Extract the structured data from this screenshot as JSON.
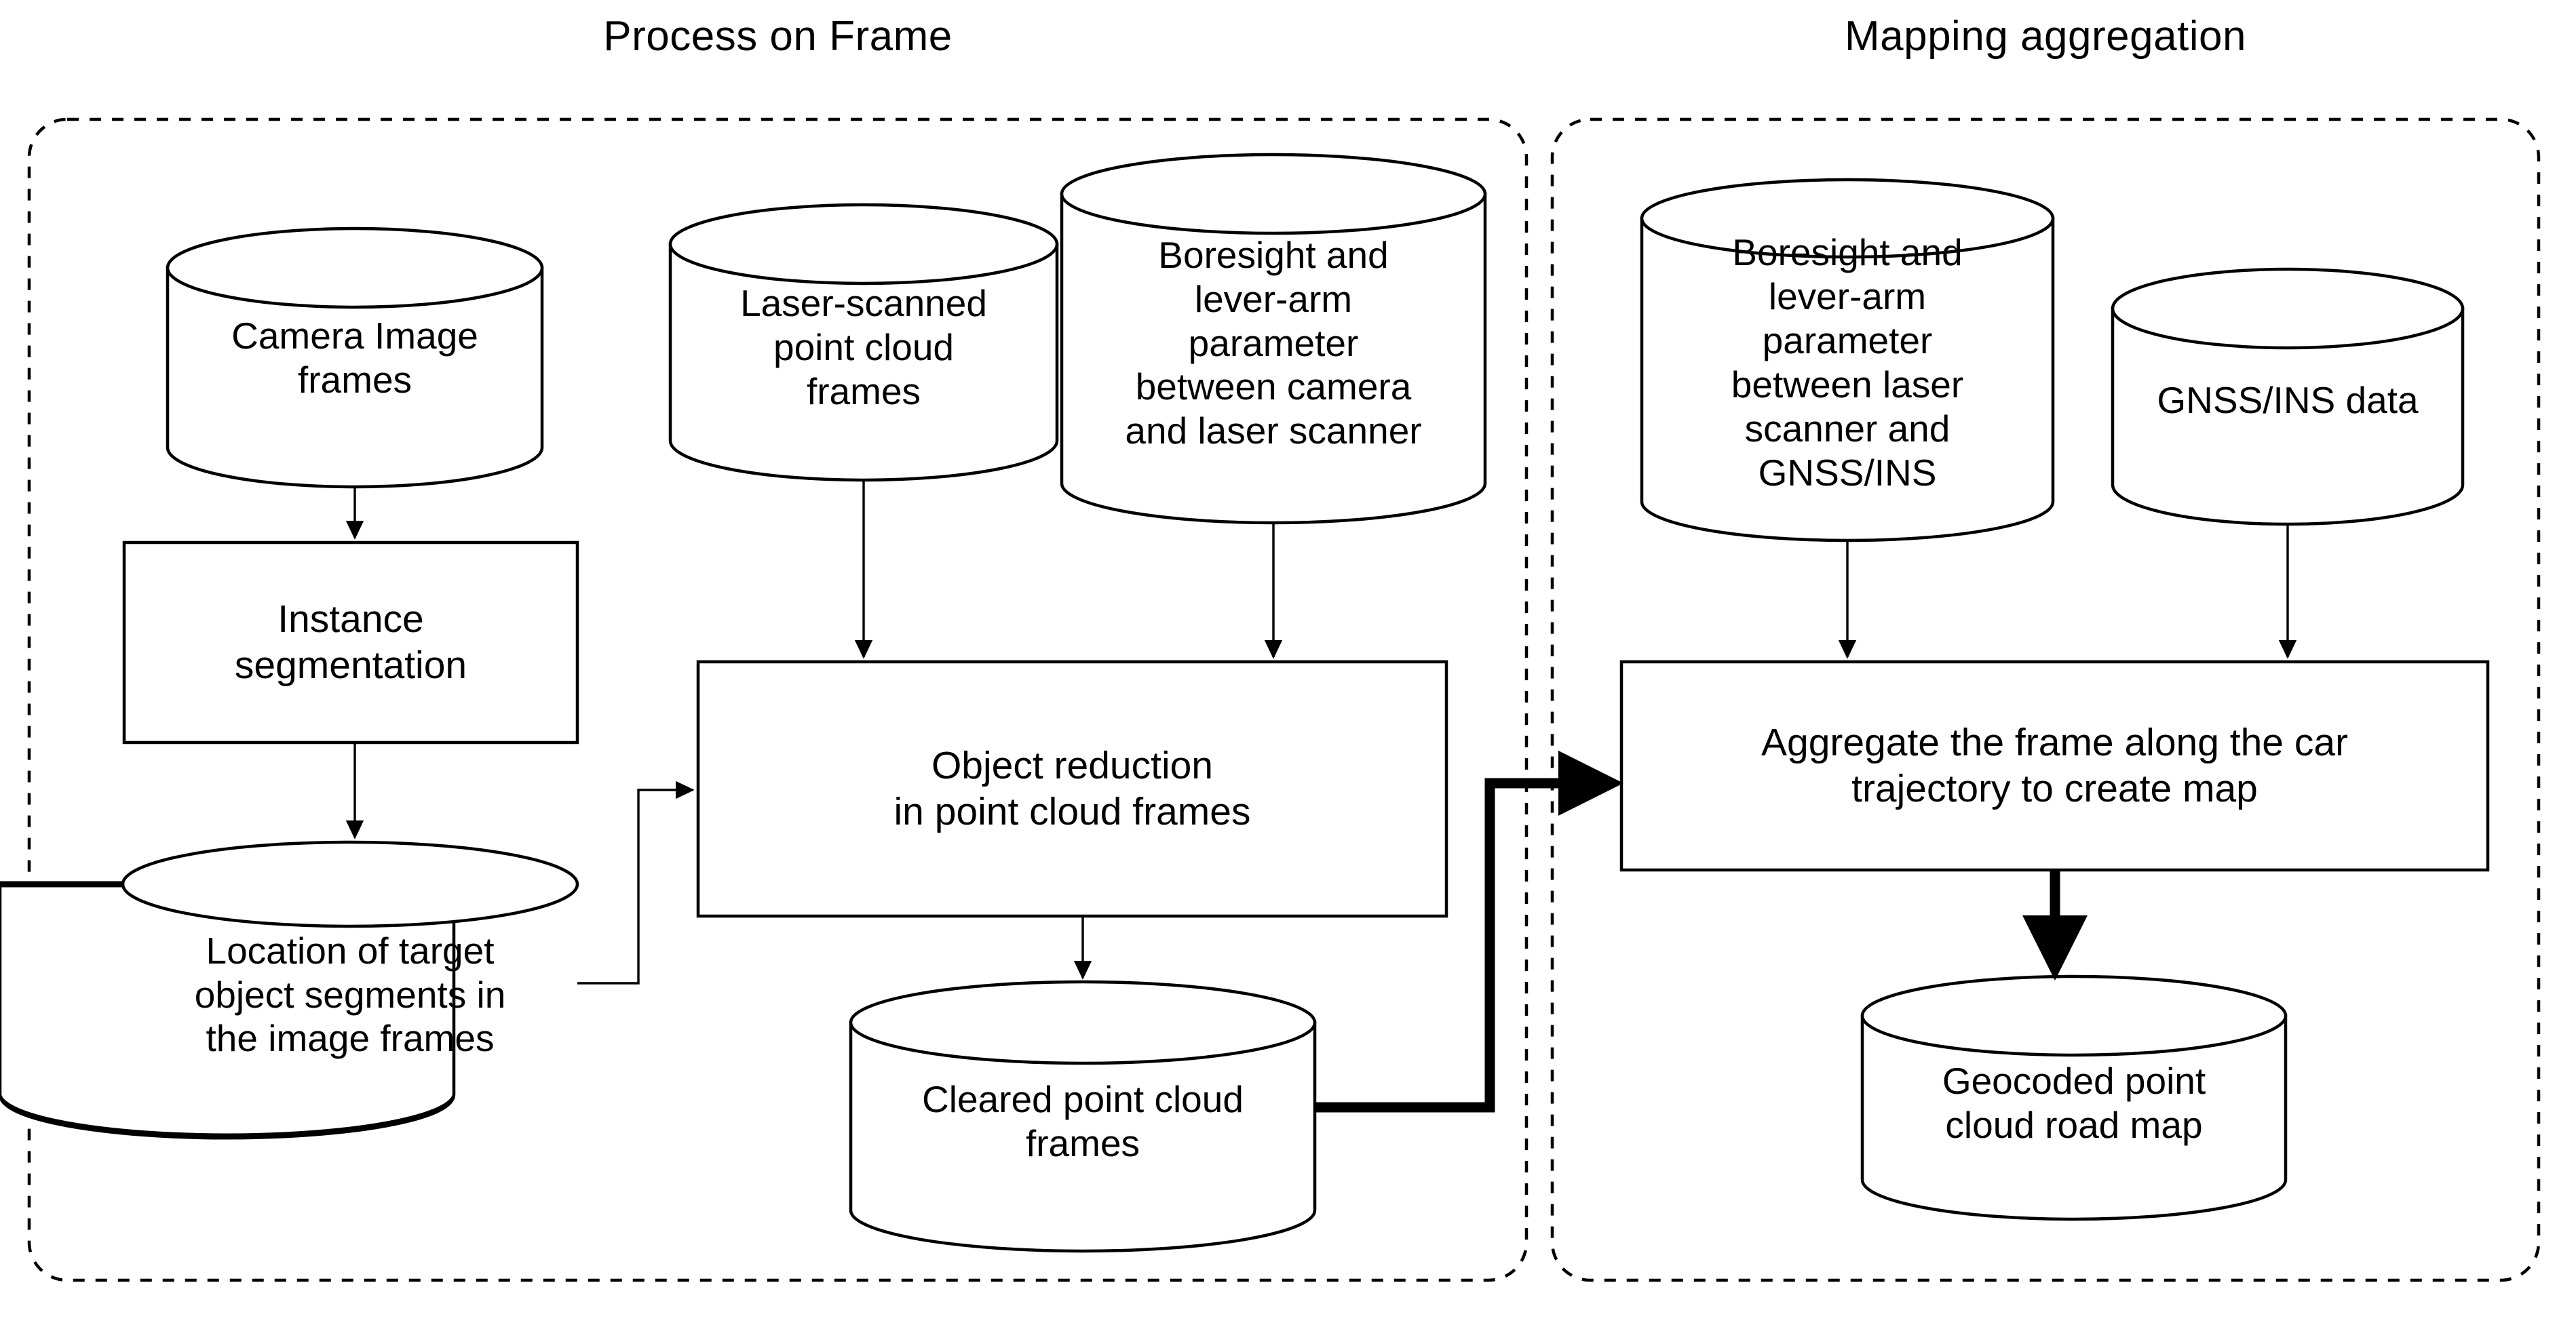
{
  "figure": {
    "type": "flowchart",
    "panels": [
      {
        "id": "process-on-frame",
        "title": "Process on Frame",
        "border_style": "dashed rounded rectangle"
      },
      {
        "id": "mapping-aggregation",
        "title": "Mapping aggregation",
        "border_style": "dashed rounded rectangle"
      }
    ]
  },
  "nodes": {
    "camera_image_frames": {
      "label": "Camera Image\nframes",
      "shape": "cylinder"
    },
    "laser_point_cloud_frames": {
      "label": "Laser-scanned\npoint cloud\nframes",
      "shape": "cylinder"
    },
    "boresight_camera_laser": {
      "label": "Boresight and\nlever-arm\nparameter\nbetween camera\nand laser scanner",
      "shape": "cylinder"
    },
    "instance_segmentation": {
      "label": "Instance\nsegmentation",
      "shape": "process-box"
    },
    "location_target_segments": {
      "label": "Location of target\nobject segments in\nthe image frames",
      "shape": "cylinder"
    },
    "object_reduction": {
      "label": "Object reduction\nin point cloud frames",
      "shape": "process-box"
    },
    "cleared_point_cloud_frames": {
      "label": "Cleared point cloud\nframes",
      "shape": "cylinder"
    },
    "boresight_laser_gnss": {
      "label": "Boresight and\nlever-arm\nparameter\nbetween laser\nscanner and\nGNSS/INS",
      "shape": "cylinder"
    },
    "gnss_ins_data": {
      "label": "GNSS/INS data",
      "shape": "cylinder"
    },
    "aggregate_frames": {
      "label": "Aggregate the frame along the car\ntrajectory to create map",
      "shape": "process-box"
    },
    "geocoded_road_map": {
      "label": "Geocoded point\ncloud road map",
      "shape": "cylinder"
    }
  },
  "edges": [
    {
      "from": "camera_image_frames",
      "to": "instance_segmentation",
      "style": "thin"
    },
    {
      "from": "instance_segmentation",
      "to": "location_target_segments",
      "style": "thin"
    },
    {
      "from": "location_target_segments",
      "to": "object_reduction",
      "style": "thin"
    },
    {
      "from": "laser_point_cloud_frames",
      "to": "object_reduction",
      "style": "thin"
    },
    {
      "from": "boresight_camera_laser",
      "to": "object_reduction",
      "style": "thin"
    },
    {
      "from": "object_reduction",
      "to": "cleared_point_cloud_frames",
      "style": "thin"
    },
    {
      "from": "cleared_point_cloud_frames",
      "to": "aggregate_frames",
      "style": "thick"
    },
    {
      "from": "boresight_laser_gnss",
      "to": "aggregate_frames",
      "style": "thin"
    },
    {
      "from": "gnss_ins_data",
      "to": "aggregate_frames",
      "style": "thin"
    },
    {
      "from": "aggregate_frames",
      "to": "geocoded_road_map",
      "style": "thick"
    }
  ],
  "colors": {
    "stroke": "#000000",
    "fill": "#ffffff",
    "background": "#ffffff"
  }
}
